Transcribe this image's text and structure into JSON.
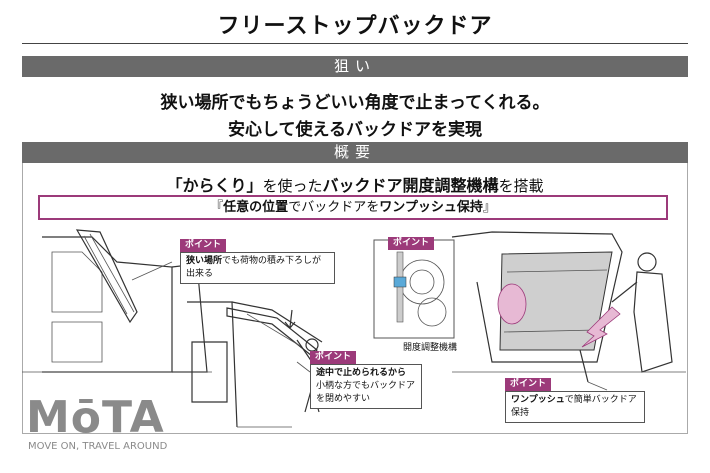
{
  "title": "フリーストップバックドア",
  "aim": {
    "header": "狙い",
    "line1": "狭い場所でもちょうどいい角度で止まってくれる。",
    "line2": "安心して使えるバックドアを実現"
  },
  "overview": {
    "header": "概要",
    "headline_bold1": "「からくり」",
    "headline_mid": "を使った",
    "headline_bold2": "バックドア開度調整機構",
    "headline_end": "を搭載",
    "feature_pre": "『",
    "feature_bold1": "任意の位置",
    "feature_mid": "でバックドアを",
    "feature_bold2": "ワンプッシュ保持",
    "feature_post": "』"
  },
  "callouts": [
    {
      "tag": "ポイント",
      "bold": "狭い場所",
      "text": "でも荷物の積み下ろしが出来る"
    },
    {
      "tag": "ポイント",
      "bold": "途中で止められるから",
      "line2": "小柄な方でもバックドア",
      "line3": "を閉めやすい"
    },
    {
      "tag": "ポイント",
      "caption": "開度調整機構"
    },
    {
      "tag": "ポイント",
      "bold": "ワンプッシュ",
      "text": "で簡単バックドア保持"
    }
  ],
  "logo": {
    "name": "MōTA",
    "tagline": "MOVE ON, TRAVEL AROUND"
  },
  "colors": {
    "accent": "#9c3a7a",
    "band": "#6a6a6a",
    "highlight": "#e7b9d4"
  }
}
